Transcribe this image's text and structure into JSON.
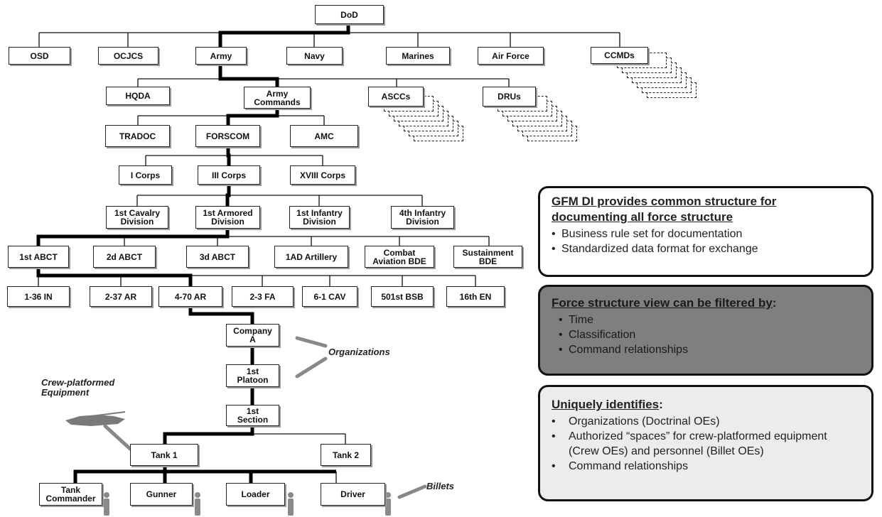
{
  "org": {
    "dod": "DoD",
    "level1": [
      "OSD",
      "OCJCS",
      "Army",
      "Navy",
      "Marines",
      "Air Force",
      "CCMDs"
    ],
    "level2": [
      "HQDA",
      "Army\nCommands",
      "ASCCs",
      "DRUs"
    ],
    "level3": [
      "TRADOC",
      "FORSCOM",
      "AMC"
    ],
    "level4": [
      "I Corps",
      "III Corps",
      "XVIII Corps"
    ],
    "level5": [
      "1st Cavalry\nDivision",
      "1st Armored\nDivision",
      "1st Infantry\nDivision",
      "4th Infantry\nDivision"
    ],
    "level6": [
      "1st ABCT",
      "2d ABCT",
      "3d ABCT",
      "1AD Artillery",
      "Combat\nAviation BDE",
      "Sustainment\nBDE"
    ],
    "level7": [
      "1-36 IN",
      "2-37 AR",
      "4-70 AR",
      "2-3 FA",
      "6-1 CAV",
      "501st BSB",
      "16th EN"
    ],
    "company": "Company\nA",
    "platoon": "1st\nPlatoon",
    "section": "1st\nSection",
    "tanks": [
      "Tank 1",
      "Tank 2"
    ],
    "crew": [
      "Tank\nCommander",
      "Gunner",
      "Loader",
      "Driver"
    ]
  },
  "callouts": {
    "organizations": "Organizations",
    "equipment": "Crew-platformed\nEquipment",
    "billets": "Billets"
  },
  "panels": {
    "p1": {
      "heading_line1": "GFM DI provides common structure for",
      "heading_line2": "documenting  all force structure",
      "items": [
        "Business rule set for documentation",
        "Standardized data format for exchange"
      ]
    },
    "p2": {
      "heading": "Force structure view can be filtered by",
      "heading_suffix": ":",
      "items": [
        "Time",
        "Classification",
        "Command  relationships"
      ]
    },
    "p3": {
      "heading": "Uniquely  identifies",
      "heading_suffix": ":",
      "items": [
        "Organizations (Doctrinal OEs)",
        "Authorized “spaces” for crew-platformed equipment (Crew OEs) and personnel (Billet OEs)",
        "Command relationships"
      ]
    }
  },
  "colors": {
    "line": "#111111",
    "thick_path": "#000000",
    "panel_gray": "#7f7f7f",
    "panel_light": "#ececec"
  }
}
